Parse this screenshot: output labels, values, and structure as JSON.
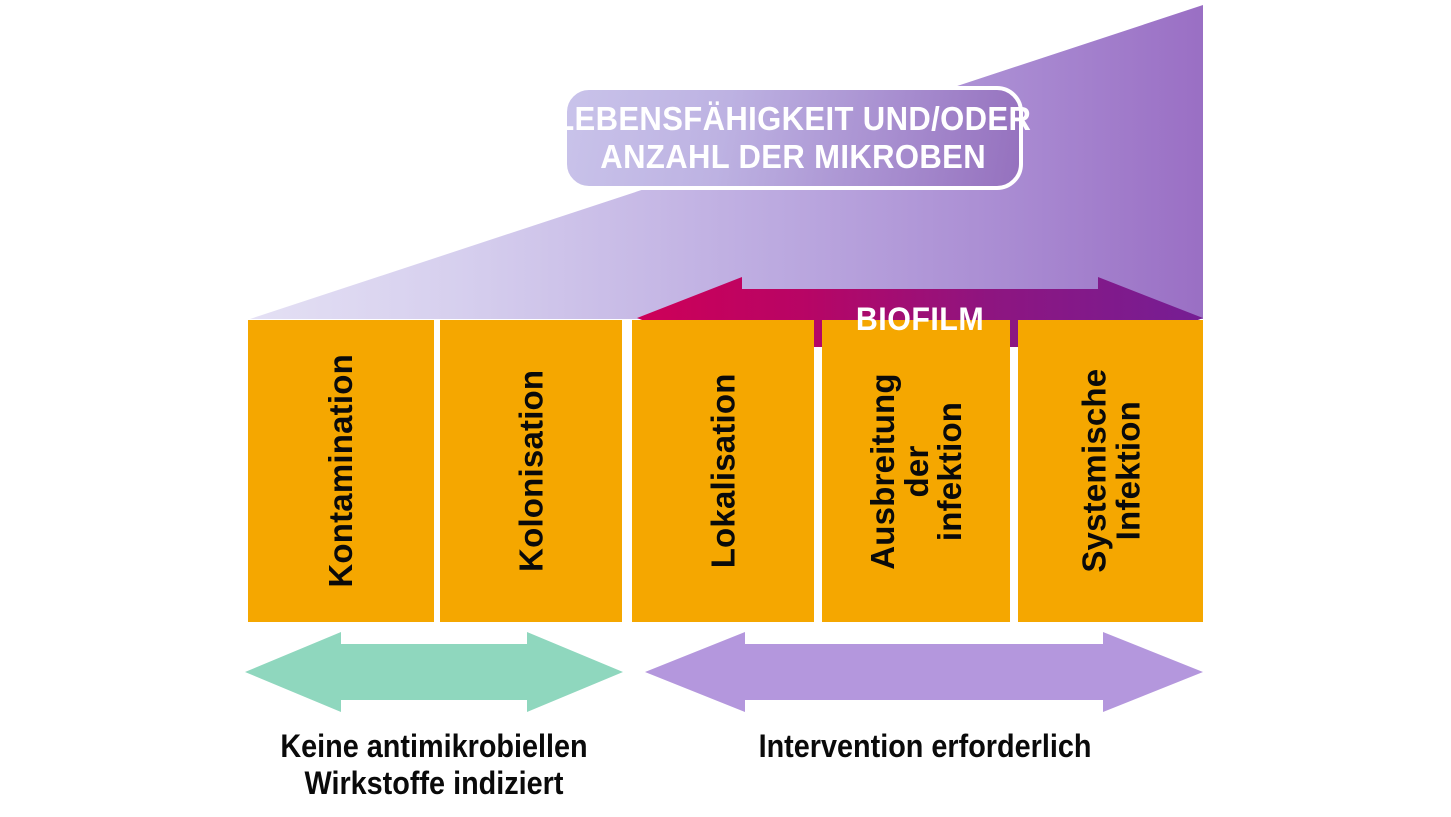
{
  "figure": {
    "title_lines": [
      "LEBENSFÄHIGKEIT UND/ODER",
      "ANZAHL DER MIKROBEN"
    ],
    "biofilm_label": "BIOFILM",
    "stages": [
      {
        "label": "Kontamination",
        "group": "no-intervention"
      },
      {
        "label": "Kolonisation",
        "group": "no-intervention"
      },
      {
        "label": "Lokalisation",
        "group": "intervention"
      },
      {
        "label": "Ausbreitung der infektion",
        "group": "intervention"
      },
      {
        "label": "Systemische Infektion",
        "group": "intervention"
      }
    ],
    "captions": {
      "left": "Keine antimikrobiellen\nWirkstoffe indiziert",
      "right": "Intervention erforderlich"
    },
    "colors": {
      "stage_box": "#F5A700",
      "gradient_wedge_start": "#DCD7F0",
      "gradient_wedge_end": "#9A6FC4",
      "biofilm_arrow_start": "#CE0058",
      "biofilm_arrow_end": "#7B1F8E",
      "no_intervention_arrow": "#8FD7BE",
      "intervention_arrow": "#B497DD",
      "title_text": "#FFFFFF",
      "caption_text": "#0A0A0A",
      "background": "#FFFFFF"
    }
  }
}
